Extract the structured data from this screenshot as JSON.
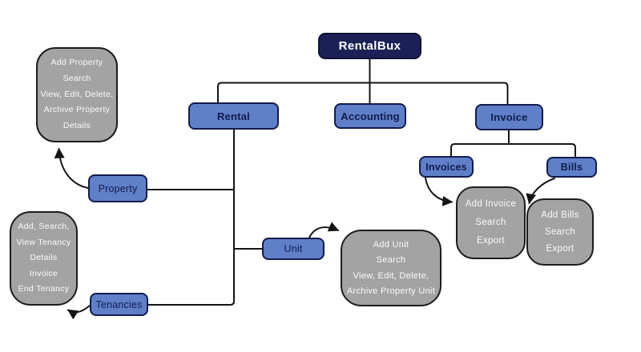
{
  "diagram": {
    "title": "RentalBux sitemap flowchart",
    "nodes": {
      "root": {
        "label": "RentalBux"
      },
      "rental": {
        "label": "Rental"
      },
      "accounting": {
        "label": "Accounting"
      },
      "invoice": {
        "label": "Invoice"
      },
      "invoices": {
        "label": "Invoices"
      },
      "bills": {
        "label": "Bills"
      },
      "property": {
        "label": "Property"
      },
      "unit": {
        "label": "Unit"
      },
      "tenancies": {
        "label": "Tenancies"
      }
    },
    "action_boxes": {
      "property_actions": {
        "lines": [
          "Add Property",
          "Search",
          "View, Edit, Delete,",
          "Archive Property",
          "Details"
        ]
      },
      "tenancy_actions": {
        "lines": [
          "Add, Search,",
          "View Tenancy",
          "Details",
          "Invoice",
          "End Tenancy"
        ]
      },
      "unit_actions": {
        "lines": [
          "Add Unit",
          "Search",
          "View, Edit, Delete,",
          "Archive Property Unit"
        ]
      },
      "invoice_actions": {
        "lines": [
          "Add Invoice",
          "Search",
          "Export"
        ]
      },
      "bills_actions": {
        "lines": [
          "Add Bills",
          "Search",
          "Export"
        ]
      }
    },
    "edges": [
      "root-rental",
      "root-accounting",
      "root-invoice",
      "invoice-invoices",
      "invoice-bills",
      "rental-property",
      "rental-unit",
      "rental-tenancies",
      "property-property_actions",
      "unit-unit_actions",
      "tenancies-tenancy_actions",
      "invoices-invoice_actions",
      "bills-bills_actions"
    ],
    "colors": {
      "background": "#ffffff",
      "root_fill": "#1b2157",
      "node_fill": "#5f7fc9",
      "node_border": "#131c4a",
      "node_text": "#131c4a",
      "root_text": "#ffffff",
      "action_fill": "#a3a3a3",
      "action_border": "#1c1c1c",
      "action_text": "#fafafa",
      "line": "#141414"
    }
  }
}
